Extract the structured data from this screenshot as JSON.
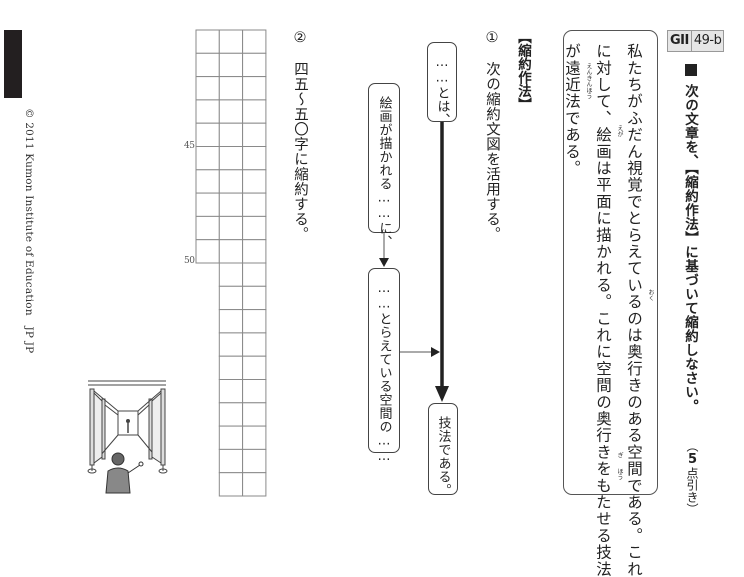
{
  "header": {
    "level_code": "GII",
    "page_code": "49-b",
    "instruction": "次の文章を、【縮約作法】に基づいて縮約しなさい。",
    "penalty": {
      "open": "（",
      "points": "5",
      "label": "点引き",
      "close": "）"
    }
  },
  "passage": {
    "lines": [
      "私たちがふだん視覚でとらえているのは奥行きのある空間である。これ",
      "に対して、絵画は平面に描かれる。これに空間の奥行きをもたせる技法",
      "が遠近法である。"
    ],
    "ruby": {
      "奥": "おく",
      "技": "ぎ",
      "法": "ほう",
      "描": "えが",
      "遠近法": "えんきんほう"
    }
  },
  "method": {
    "title": "【縮約作法】",
    "step1": {
      "number": "①",
      "text": "次の縮約文図を活用する。"
    },
    "diagram": {
      "topic_node": "……とは、",
      "cause_node": "絵画が描かれる……に、",
      "space_node": "……とらえている空間の……",
      "conclusion_node": "技法である。"
    },
    "step2": {
      "number": "②",
      "text": "四五～五〇字に縮約する。"
    }
  },
  "answer_grid": {
    "columns": 3,
    "rows": 20,
    "short_column_rows": 10,
    "marker_45": "45",
    "marker_50": "50"
  },
  "footer": {
    "copyright": "© 2011 Kumon Institute of Education　JP JP"
  },
  "illustration": {
    "subject": "person-viewing-colonnade-perspective"
  }
}
